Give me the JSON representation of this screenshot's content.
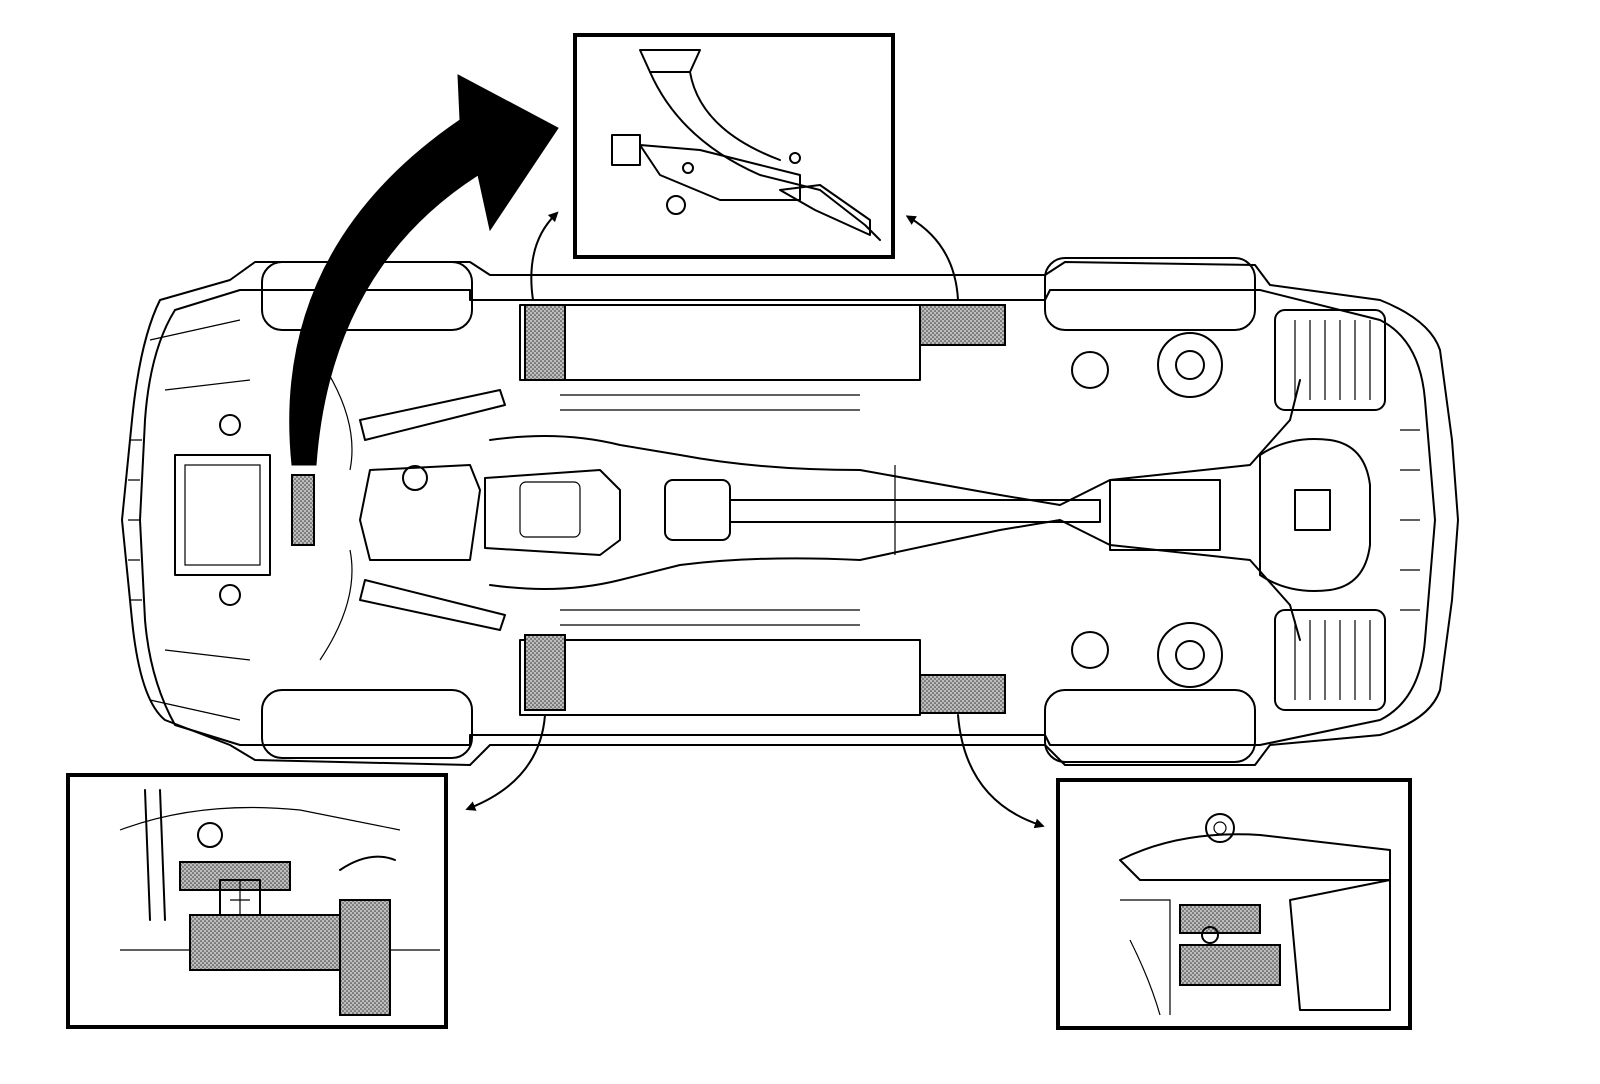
{
  "figure": {
    "kind": "vehicle-underbody-lift-points",
    "colors": {
      "line": "#000000",
      "background": "#ffffff",
      "lift_pad_fill": "stippled-gray"
    },
    "vehicle_view": "underside",
    "lift_points": [
      {
        "id": "front-left",
        "inset": "lower-left-detail"
      },
      {
        "id": "front-right",
        "inset": "top-detail"
      },
      {
        "id": "rear-right",
        "inset": "top-detail"
      },
      {
        "id": "rear-left",
        "inset": "lower-right-detail"
      }
    ],
    "insets": [
      {
        "id": "top-detail",
        "depicts": "floor-jack-saddle-under-frame"
      },
      {
        "id": "lower-left-detail",
        "depicts": "front-lift-pad-under-rocker"
      },
      {
        "id": "lower-right-detail",
        "depicts": "rear-lift-pad-under-rocker"
      }
    ],
    "arrows": [
      "large-curved-arrow",
      "front-right-to-top",
      "rear-right-to-top",
      "front-left-to-lower-left",
      "rear-left-to-lower-right"
    ]
  }
}
